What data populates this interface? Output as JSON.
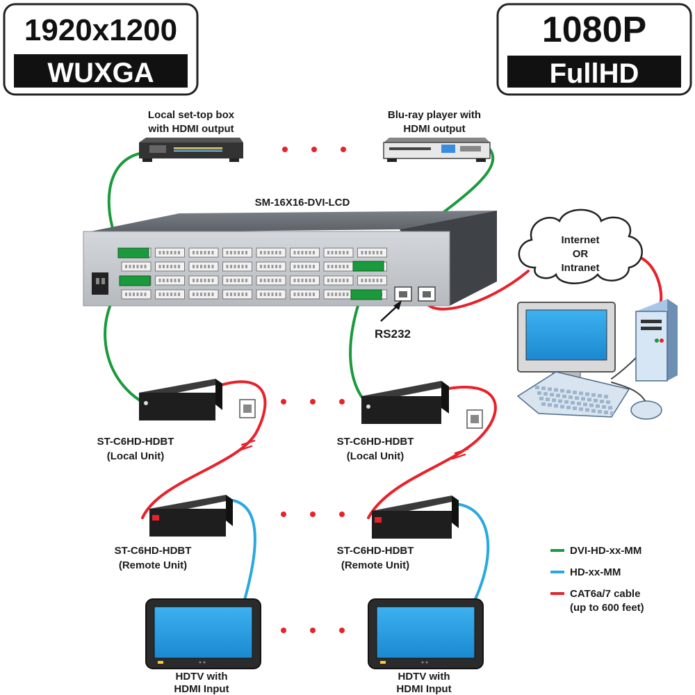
{
  "badges": {
    "left": {
      "top": "1920x1200",
      "bottom": "WUXGA"
    },
    "right": {
      "top": "1080P",
      "bottom": "FullHD"
    }
  },
  "sources": {
    "left": {
      "line1": "Local set-top box",
      "line2": "with HDMI output"
    },
    "right": {
      "line1": "Blu-ray player with",
      "line2": "HDMI output"
    }
  },
  "switch": {
    "model": "SM-16X16-DVI-LCD"
  },
  "network": {
    "line1": "Internet",
    "line2": "OR",
    "line3": "Intranet"
  },
  "rs232": "RS232",
  "local_unit": {
    "model": "ST-C6HD-HDBT",
    "role": "(Local Unit)"
  },
  "remote_unit": {
    "model": "ST-C6HD-HDBT",
    "role": "(Remote Unit)"
  },
  "hdtv": {
    "line1": "HDTV with",
    "line2": "HDMI Input"
  },
  "legend": [
    {
      "color": "#1a9a3c",
      "label": "DVI-HD-xx-MM"
    },
    {
      "color": "#29a8e0",
      "label": "HD-xx-MM"
    },
    {
      "color": "#e8212a",
      "label": "CAT6a/7 cable",
      "label2": "(up to 600 feet)"
    }
  ],
  "colors": {
    "dvi_cable": "#1a9a3c",
    "hdmi_cable": "#29a8e0",
    "cat_cable": "#e8212a",
    "screen": "#2aa0e6",
    "dots": "#e8212a"
  }
}
